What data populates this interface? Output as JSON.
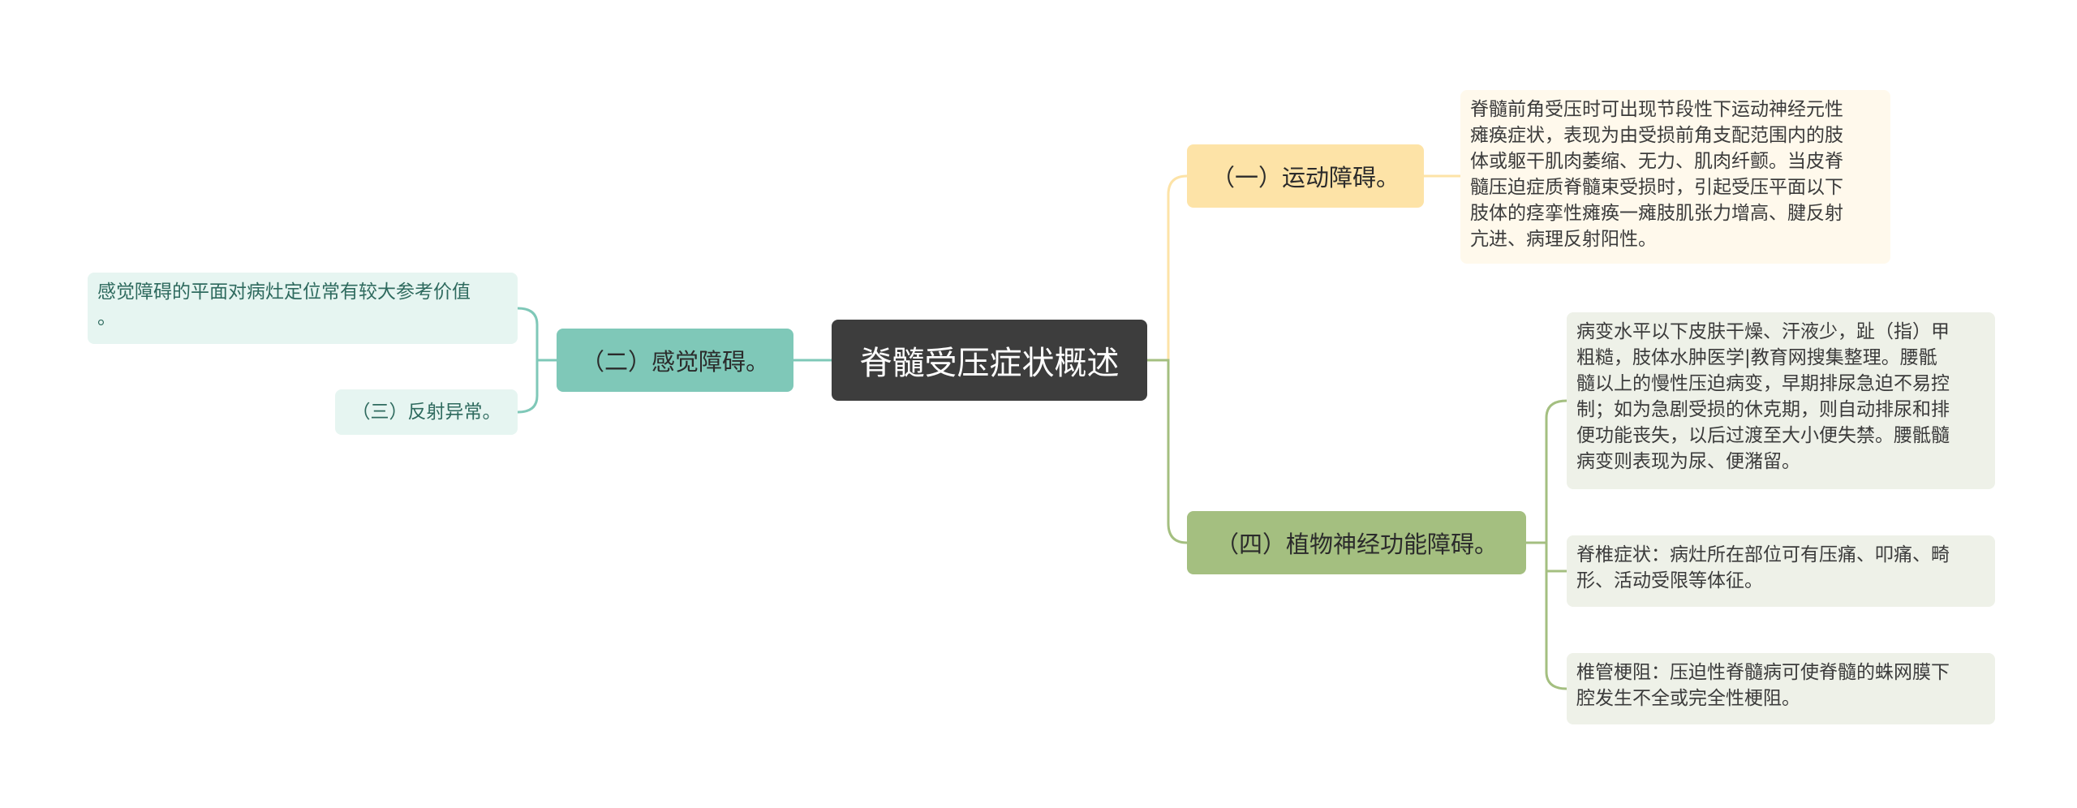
{
  "mindmap": {
    "center": "脊髓受压症状概述",
    "branch1": {
      "label": "（一）运动障碍。",
      "leaf": [
        "脊髓前角受压时可出现节段性下运动神经元性",
        "瘫痪症状，表现为由受损前角支配范围内的肢",
        "体或躯干肌肉萎缩、无力、肌肉纤颤。当皮脊",
        "髓压迫症质脊髓束受损时，引起受压平面以下",
        "肢体的痉挛性瘫痪一瘫肢肌张力增高、腱反射",
        "亢进、病理反射阳性。"
      ]
    },
    "branch2": {
      "label": "（二）感觉障碍。",
      "leaf_a": [
        "感觉障碍的平面对病灶定位常有较大参考价值",
        "。"
      ],
      "leaf_b": "（三）反射异常。"
    },
    "branch4": {
      "label": "（四）植物神经功能障碍。",
      "leaf_a": [
        "病变水平以下皮肤干燥、汗液少，趾（指）甲",
        "粗糙，肢体水肿医学|教育网搜集整理。腰骶",
        "髓以上的慢性压迫病变，早期排尿急迫不易控",
        "制；如为急剧受损的休克期，则自动排尿和排",
        "便功能丧失，以后过渡至大小便失禁。腰骶髓",
        "病变则表现为尿、便潴留。"
      ],
      "leaf_b": [
        "脊椎症状：病灶所在部位可有压痛、叩痛、畸",
        "形、活动受限等体征。"
      ],
      "leaf_c": [
        "椎管梗阻：压迫性脊髓病可使脊髓的蛛网膜下",
        "腔发生不全或完全性梗阻。"
      ]
    }
  },
  "colors": {
    "center": "#3d3d3d",
    "branch1": "#fde3a7",
    "branch2": "#7fc8b8",
    "branch4": "#a4bf80"
  }
}
